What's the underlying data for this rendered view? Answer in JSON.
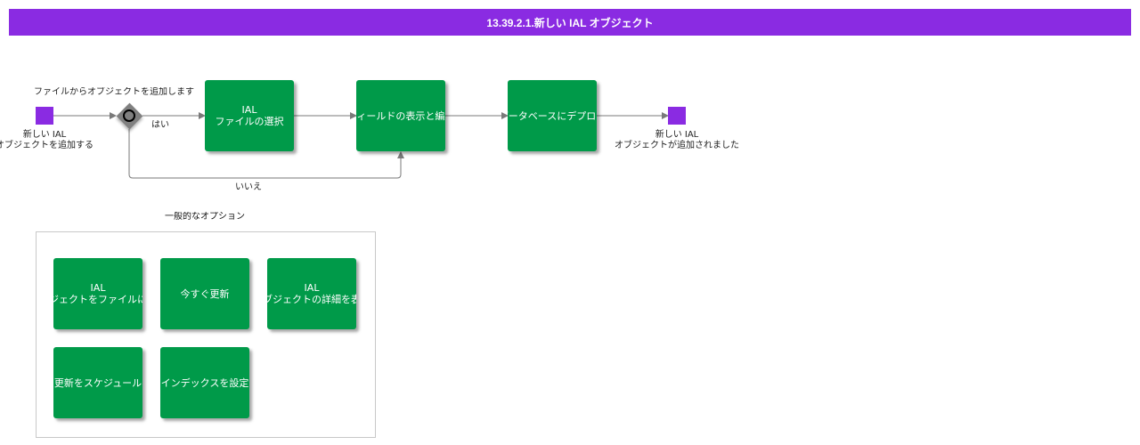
{
  "title": "13.39.2.1.新しい IAL オブジェクト",
  "colors": {
    "title_bar": "#8a2be2",
    "task": "#009a49",
    "event": "#8a2be2",
    "gateway": "#808080",
    "edge": "#7a7a7a"
  },
  "start_event": {
    "line1": "新しい IAL",
    "line2": "オブジェクトを追加する"
  },
  "gateway": {
    "question": "ファイルからオブジェクトを追加します",
    "yes_label": "はい",
    "no_label": "いいえ"
  },
  "tasks": {
    "select_file": {
      "line1": "IAL",
      "line2": "ファイルの選択"
    },
    "edit_fields": {
      "line1": "フィールドの表示と編集"
    },
    "deploy": {
      "line1": "データベースにデプロイ"
    }
  },
  "end_event": {
    "line1": "新しい IAL",
    "line2": "オブジェクトが追加されました"
  },
  "group": {
    "title": "一般的なオプション",
    "tasks": {
      "save_to_file": {
        "line1": "IAL",
        "line2": "オブジェクトをファイルに保存"
      },
      "update_now": {
        "line1": "今すぐ更新"
      },
      "show_details": {
        "line1": "IAL",
        "line2": "オブジェクトの詳細を表示"
      },
      "schedule_update": {
        "line1": "更新をスケジュール"
      },
      "set_index": {
        "line1": "インデックスを設定"
      }
    }
  }
}
